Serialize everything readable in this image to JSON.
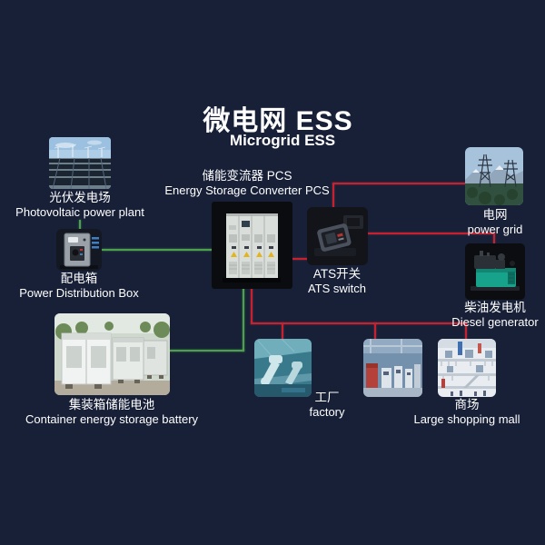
{
  "title": {
    "zh": "微电网 ESS",
    "en": "Microgrid ESS"
  },
  "colors": {
    "background": "#182038",
    "line_green": "#4aa34a",
    "line_red": "#c8202e",
    "text": "#ffffff"
  },
  "nodes": {
    "pv": {
      "zh": "光伏发电场",
      "en": "Photovoltaic power plant"
    },
    "pdb": {
      "zh": "配电箱",
      "en": "Power Distribution Box"
    },
    "battery": {
      "zh": "集装箱储能电池",
      "en": "Container energy storage battery"
    },
    "pcs": {
      "zh": "储能变流器 PCS",
      "en": "Energy Storage Converter PCS"
    },
    "ats": {
      "zh": "ATS开关",
      "en": "ATS switch"
    },
    "grid": {
      "zh": "电网",
      "en": "power grid"
    },
    "diesel": {
      "zh": "柴油发电机",
      "en": "Diesel generator"
    },
    "factory": {
      "zh": "工厂",
      "en": "factory"
    },
    "mall": {
      "zh": "商场",
      "en": "Large shopping mall"
    }
  },
  "edges": [
    {
      "from": "photovoltaic-power-plant",
      "to": "power-distribution-box",
      "color": "green"
    },
    {
      "from": "power-distribution-box",
      "to": "energy-storage-converter-pcs",
      "color": "green"
    },
    {
      "from": "container-energy-storage-battery",
      "to": "energy-storage-converter-pcs",
      "color": "green"
    },
    {
      "from": "energy-storage-converter-pcs",
      "to": "ats-switch",
      "color": "red"
    },
    {
      "from": "ats-switch",
      "to": "power-grid",
      "color": "red"
    },
    {
      "from": "ats-switch",
      "to": "diesel-generator",
      "color": "red"
    },
    {
      "from": "energy-storage-converter-pcs",
      "to": "factory",
      "color": "red"
    },
    {
      "from": "energy-storage-converter-pcs",
      "to": "factory-hall",
      "color": "red"
    },
    {
      "from": "energy-storage-converter-pcs",
      "to": "large-shopping-mall",
      "color": "red"
    }
  ]
}
